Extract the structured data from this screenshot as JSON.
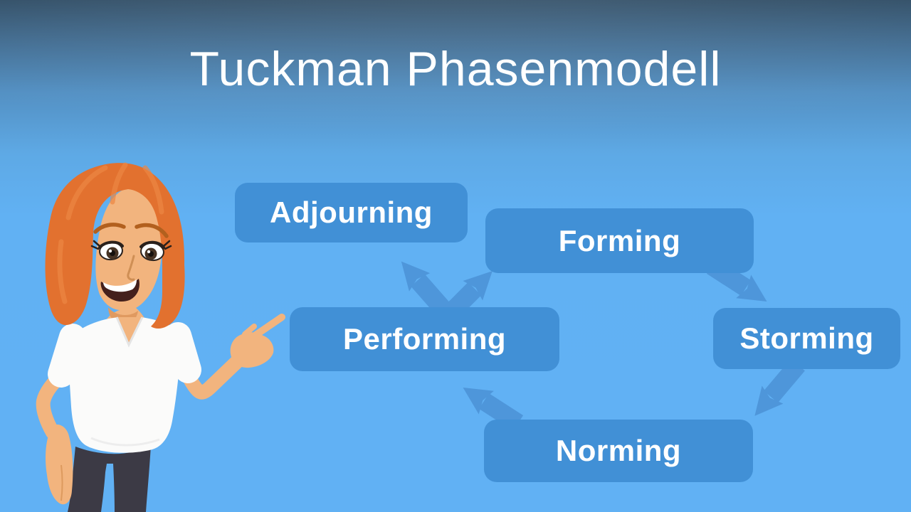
{
  "title": "Tuckman Phasenmodell",
  "diagram": {
    "stages": [
      {
        "label": "Adjourning"
      },
      {
        "label": "Forming"
      },
      {
        "label": "Performing"
      },
      {
        "label": "Storming"
      },
      {
        "label": "Norming"
      }
    ],
    "arrows": [
      {
        "from": "Forming",
        "to": "Storming"
      },
      {
        "from": "Storming",
        "to": "Norming"
      },
      {
        "from": "Norming",
        "to": "Performing"
      },
      {
        "from": "Performing",
        "to": "Adjourning"
      },
      {
        "from": "Performing",
        "to": "Forming"
      }
    ]
  },
  "colors": {
    "box": "#4190d6",
    "arrow": "#4e96da",
    "background_top": "#2c4a63",
    "background_bottom": "#61b1f4",
    "text": "#ffffff",
    "hair": "#e2712f",
    "skin": "#f2b47e",
    "shirt": "#fbfbfa",
    "pants": "#3c3a45"
  }
}
